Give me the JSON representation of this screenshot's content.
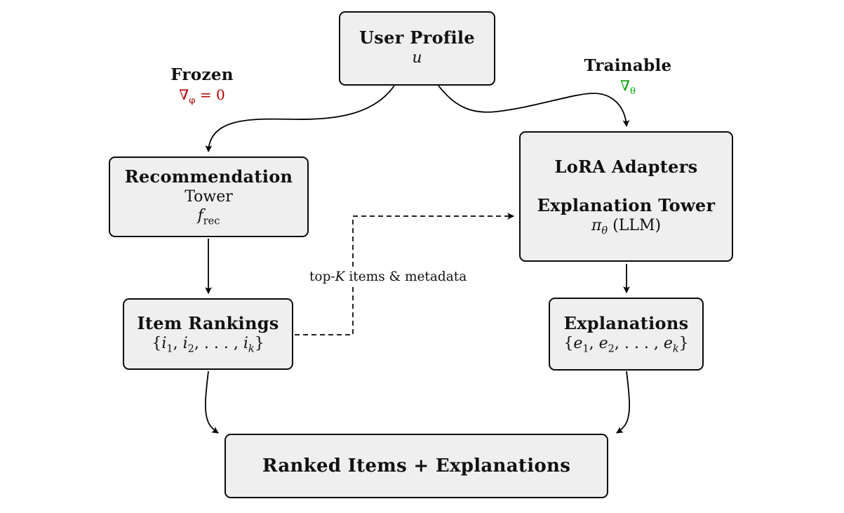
{
  "diagram_title": "Two-tower recommendation with LoRA explanation diagram",
  "colors": {
    "box_fill": "#efefef",
    "box_border": "#0a0a0a",
    "arrow": "#000000",
    "accent_red": "#b30000",
    "accent_green": "#00a000"
  },
  "nodes": {
    "user_profile": {
      "title": "User Profile",
      "math": "u"
    },
    "recommendation_tower": {
      "title": "Recommendation",
      "subtitle": "Tower",
      "math_base": "f",
      "math_sub": "rec"
    },
    "explanation_tower": {
      "title_adapters": "LoRA Adapters",
      "title": "Explanation Tower",
      "math_base": "π",
      "math_sub": "θ",
      "math_rest": " (LLM)"
    },
    "item_rankings": {
      "title": "Item Rankings",
      "seq": {
        "open": "{",
        "v1": "i",
        "s1": "1",
        "sep1": ", ",
        "v2": "i",
        "s2": "2",
        "sep2": ", . . . , ",
        "vk": "i",
        "sk": "k",
        "close": "}"
      }
    },
    "explanations": {
      "title": "Explanations",
      "seq": {
        "open": "{",
        "v1": "e",
        "s1": "1",
        "sep1": ", ",
        "v2": "e",
        "s2": "2",
        "sep2": ", . . . , ",
        "vk": "e",
        "sk": "k",
        "close": "}"
      }
    },
    "output": {
      "title": "Ranked Items + Explanations"
    }
  },
  "annotations": {
    "frozen": {
      "label": "Frozen",
      "grad_base": "∇",
      "grad_sub": "φ",
      "grad_rest": " = 0"
    },
    "trainable": {
      "label": "Trainable",
      "grad_base": "∇",
      "grad_sub": "θ"
    },
    "dashed_edge": {
      "pre": "top-",
      "k_var": "K",
      "post": " items & metadata"
    }
  }
}
